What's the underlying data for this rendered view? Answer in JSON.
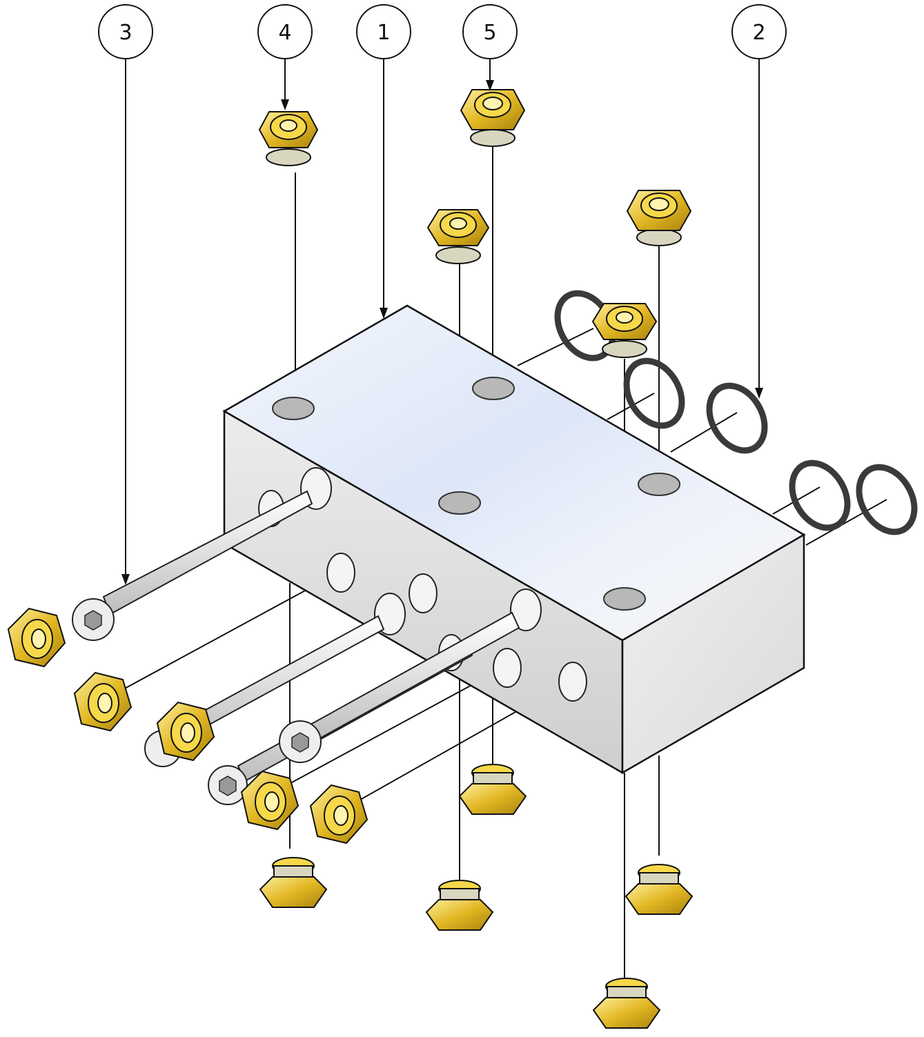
{
  "balloons": [
    {
      "number": "3",
      "label": "3"
    },
    {
      "number": "4",
      "label": "4"
    },
    {
      "number": "1",
      "label": "1"
    },
    {
      "number": "5",
      "label": "5"
    },
    {
      "number": "2",
      "label": "2"
    }
  ],
  "colors": {
    "block_top": "#e9eef7",
    "block_front": "#d8d8d8",
    "block_side": "#e6e6e6",
    "brass": "#e2b824",
    "brass_dark": "#a8820c",
    "brass_light": "#fff2a0",
    "steel": "#e4e4e4",
    "oring": "#444444",
    "line": "#111111"
  },
  "icons": {
    "part_1": "manifold-block",
    "part_2": "o-ring",
    "part_3": "socket-head-cap-screw",
    "part_4": "breather-plug",
    "part_5": "blanking-plug"
  }
}
